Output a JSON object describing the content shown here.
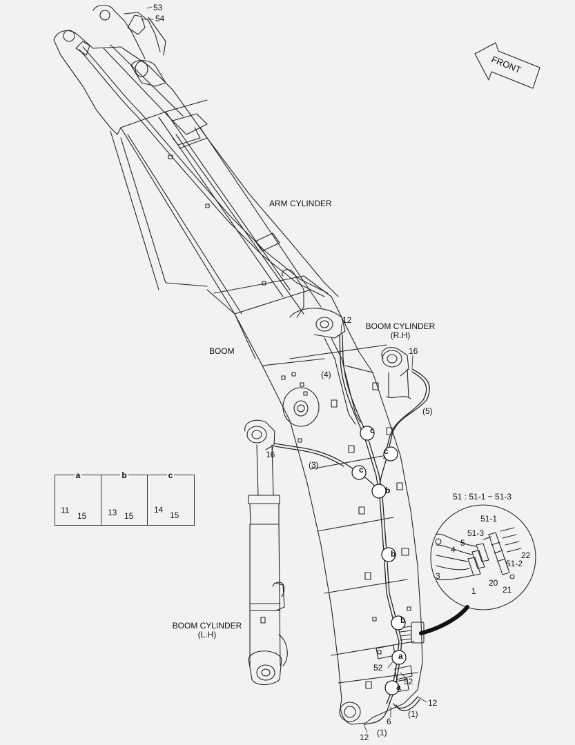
{
  "labels": {
    "arm_cylinder": "ARM CYLINDER",
    "boom": "BOOM",
    "boom_cyl_rh_line1": "BOOM CYLINDER",
    "boom_cyl_rh_line2": "(R.H)",
    "boom_cyl_lh_line1": "BOOM CYLINDER",
    "boom_cyl_lh_line2": "(L.H)",
    "front": "FRONT",
    "kit_title": "51 : 51-1 ~ 51-3"
  },
  "parts": {
    "p53": "53",
    "p54": "54",
    "p12_top": "12",
    "p16_rh": "16",
    "p4": "(4)",
    "p5": "(5)",
    "p16_lh": "16",
    "p3": "(3)",
    "p52_a": "52",
    "p52_b": "52",
    "p12_right": "12",
    "p1_right": "(1)",
    "p6": "6",
    "p12_bottom": "12",
    "p1_bottom": "(1)"
  },
  "callouts": {
    "c1": "c",
    "c2": "c",
    "c3": "c",
    "b1": "b",
    "b2": "b",
    "b3": "b",
    "a1": "a",
    "a2": "a"
  },
  "detail": {
    "a": {
      "head": "a",
      "n1": "11",
      "n2": "15"
    },
    "b": {
      "head": "b",
      "n1": "13",
      "n2": "15"
    },
    "c": {
      "head": "c",
      "n1": "14",
      "n2": "15"
    }
  },
  "kit": {
    "k51_1": "51-1",
    "k51_3": "51-3",
    "k5": "5",
    "k4": "4",
    "k3": "3",
    "k1": "1",
    "k22": "22",
    "k51_2": "51-2",
    "k20": "20",
    "k21": "21"
  }
}
